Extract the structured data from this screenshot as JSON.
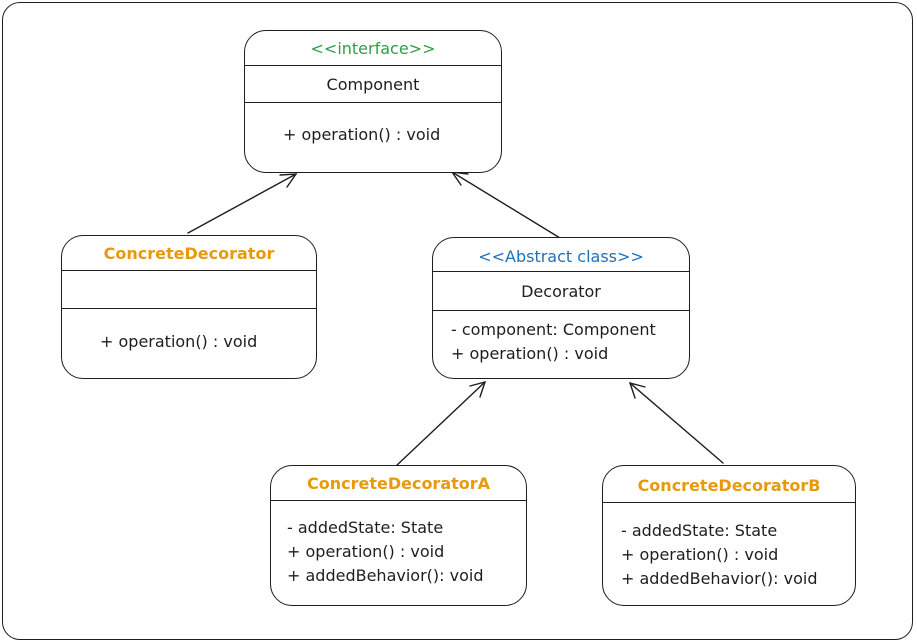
{
  "component": {
    "stereotype": "<<interface>>",
    "name": "Component",
    "methods": [
      "+ operation() : void"
    ]
  },
  "concrete_decorator": {
    "name": "ConcreteDecorator",
    "methods": [
      "+ operation() : void"
    ]
  },
  "decorator": {
    "stereotype": "<<Abstract class>>",
    "name": "Decorator",
    "members": [
      "- component: Component",
      "+ operation() : void"
    ]
  },
  "concrete_decorator_a": {
    "name": "ConcreteDecoratorA",
    "members": [
      "- addedState: State",
      "+ operation() : void",
      "+ addedBehavior(): void"
    ]
  },
  "concrete_decorator_b": {
    "name": "ConcreteDecoratorB",
    "members": [
      "- addedState: State",
      "+ operation() : void",
      "+ addedBehavior(): void"
    ]
  },
  "colors": {
    "interface_stereotype": "#2f9e44",
    "abstract_stereotype": "#1971c2",
    "concrete_name": "#e8990c",
    "stroke": "#1e1e1e"
  }
}
